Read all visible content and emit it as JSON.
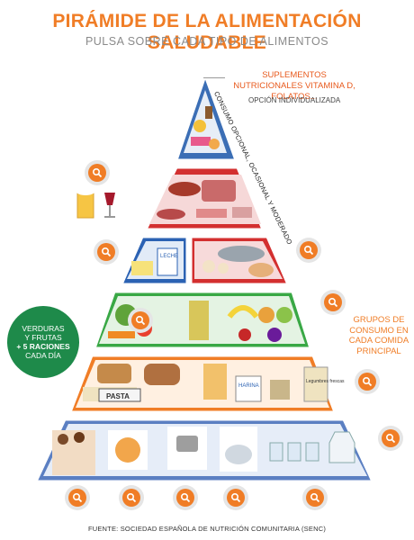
{
  "header": {
    "title": "PIRÁMIDE DE LA ALIMENTACIÓN SALUDABLE",
    "subtitle": "PULSA SOBRE CADA TIPO DE ALIMENTOS"
  },
  "annotations": {
    "supplements": "SUPLEMENTOS NUTRICIONALES VITAMINA D, FOLATOS...",
    "individualized": "OPCIÓN INDIVIDUALIZADA",
    "consumption": "CONSUMO OPCIONAL, OCASIONAL Y MODERADO",
    "groups": "GRUPOS DE CONSUMO EN CADA COMIDA PRINCIPAL",
    "verduras_line1": "VERDURAS",
    "verduras_line2": "Y FRUTAS",
    "verduras_line3": "+ 5 RACIONES",
    "verduras_line4": "CADA DÍA"
  },
  "food_labels": {
    "leche": "LECHE",
    "pasta": "PASTA",
    "harina": "HARINA",
    "legumbres": "Legumbres frescas"
  },
  "colors": {
    "accent": "#f07d26",
    "top_tier": "#3b6eb5",
    "red_tier": "#d32f2f",
    "blue_tier": "#2b62b3",
    "green_tier": "#39a845",
    "orange_tier": "#f07d26",
    "base_tier": "#5b7fc2",
    "badge": "#1e8a4a"
  },
  "icons": [
    "zoom-icon"
  ],
  "footer": {
    "source": "FUENTE: SOCIEDAD ESPAÑOLA DE NUTRICIÓN COMUNITARIA (SENC)"
  }
}
